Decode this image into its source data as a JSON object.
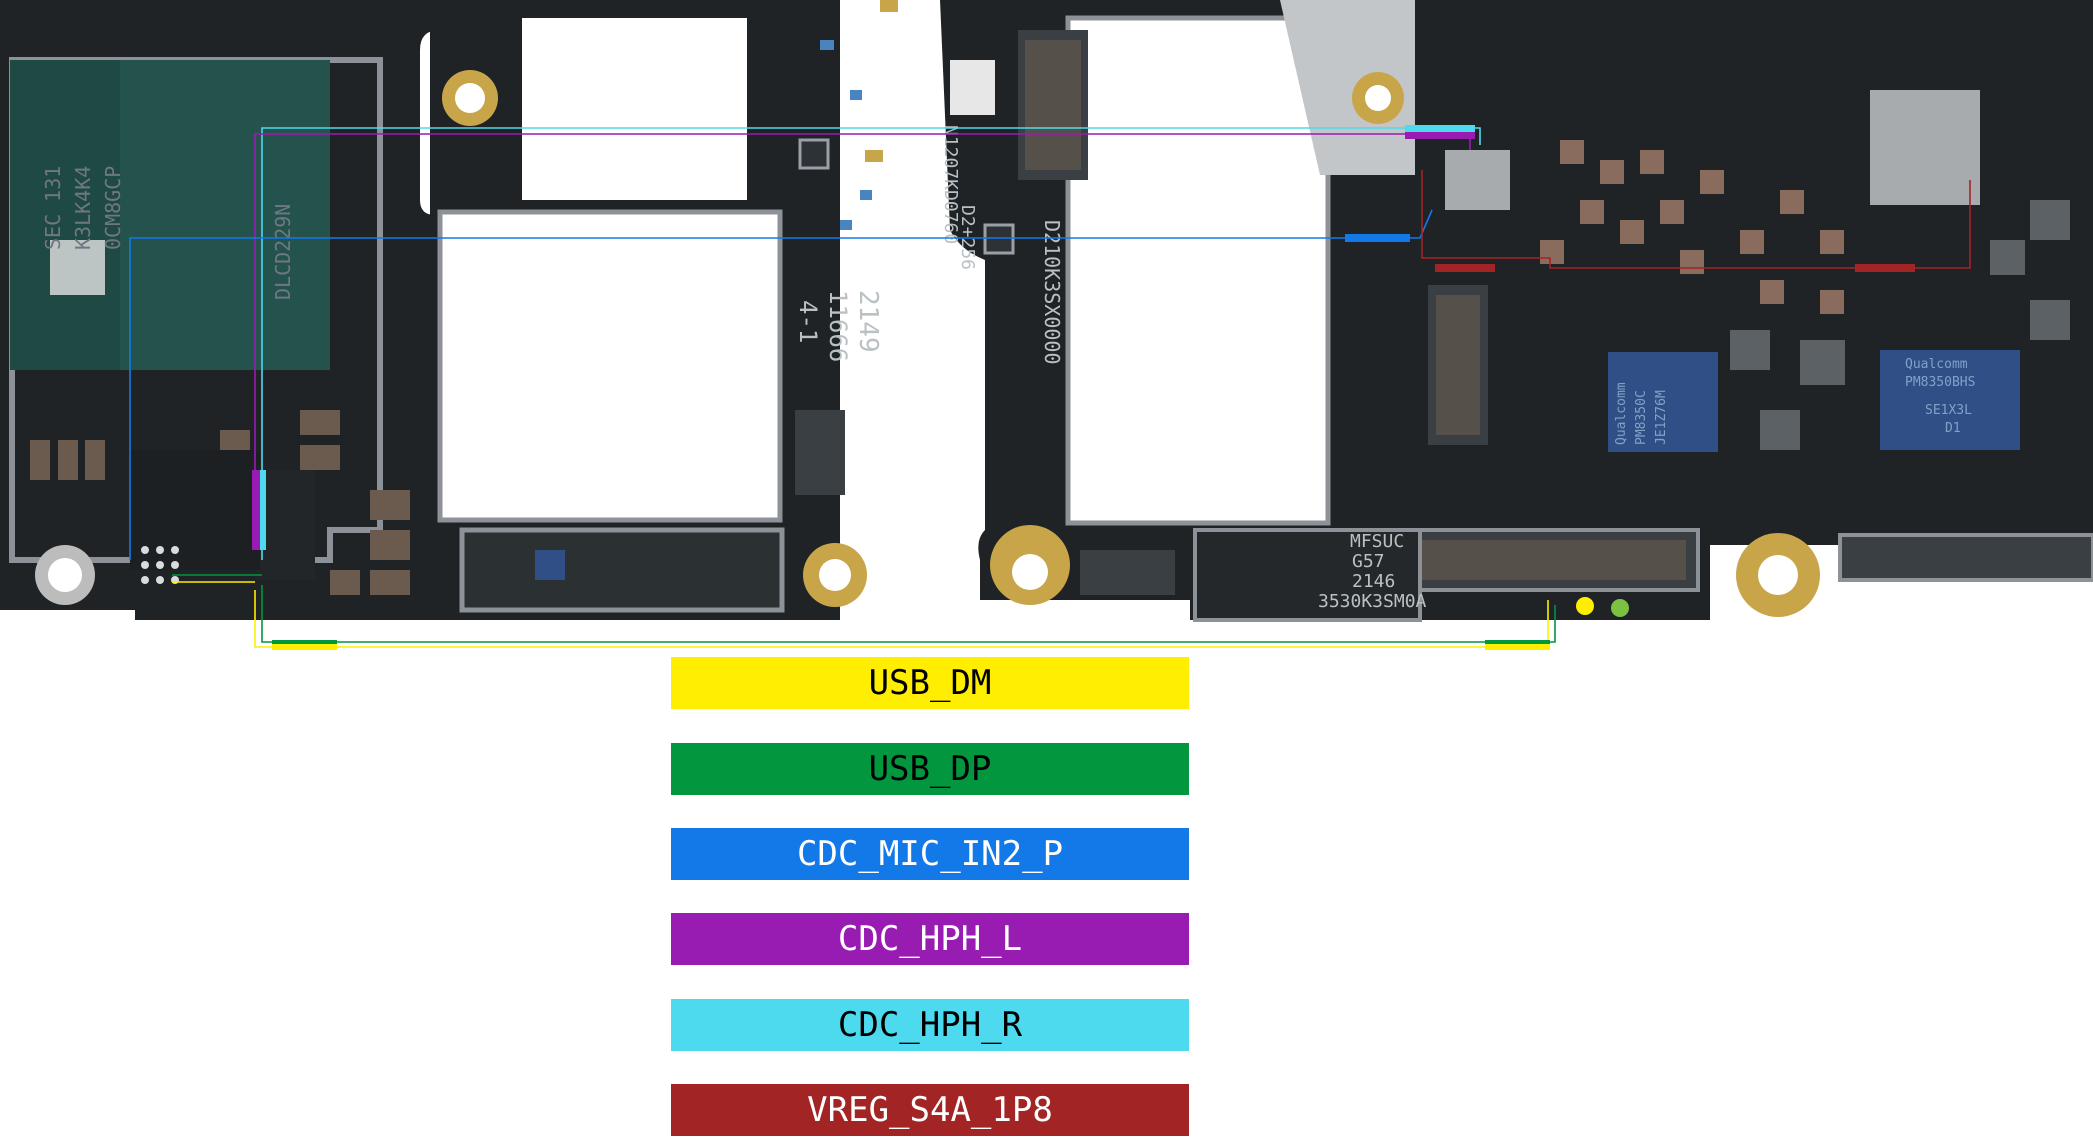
{
  "legend": {
    "items": [
      {
        "label": "USB_DM",
        "color": "#ffee00",
        "text_color": "#000000"
      },
      {
        "label": "USB_DP",
        "color": "#02963f",
        "text_color": "#000000"
      },
      {
        "label": "CDC_MIC_IN2_P",
        "color": "#1479e8",
        "text_color": "#ffffff"
      },
      {
        "label": "CDC_HPH_L",
        "color": "#981cb2",
        "text_color": "#ffffff"
      },
      {
        "label": "CDC_HPH_R",
        "color": "#4ddaee",
        "text_color": "#000000"
      },
      {
        "label": "VREG_S4A_1P8",
        "color": "#a32424",
        "text_color": "#ffffff"
      }
    ]
  },
  "board": {
    "memory_chip": {
      "line1": "SEC 131",
      "line2": "K3LK4K4",
      "line3": "0CM8GCP"
    },
    "chip_b": "DLCD229N",
    "center_left_silk": {
      "line1": "2149",
      "line2": "11666",
      "line3": "4-1"
    },
    "center_right_silk": {
      "line1": "D210K3SX0000",
      "line2": "N1207KD0760",
      "line3": "D2+256"
    },
    "connector_silk": {
      "line1": "MFSUC",
      "line2": "G57",
      "line3": "2146",
      "line4": "3530K3SM0A"
    },
    "pmic_left": {
      "line1": "Qualcomm",
      "line2": "PM8350C",
      "line3": "JE1Z76M"
    },
    "pmic_right": {
      "line1": "Qualcomm",
      "line2": "PM8350BHS",
      "line3": "SE1X3L",
      "line4": "D1"
    }
  }
}
